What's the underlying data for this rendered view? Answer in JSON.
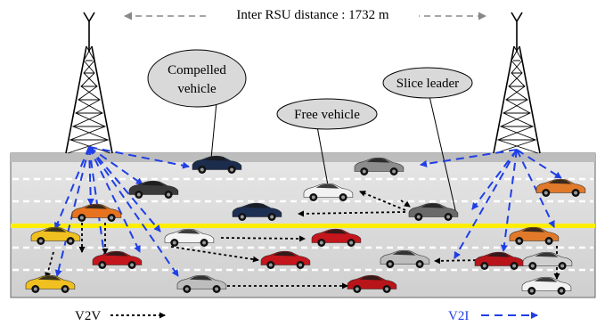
{
  "header": {
    "distance_label": "Inter RSU distance : 1732 m"
  },
  "callouts": {
    "compelled_line1": "Compelled",
    "compelled_line2": "vehicle",
    "free": "Free vehicle",
    "leader": "Slice leader"
  },
  "legend": {
    "v2v": "V2V",
    "v2i": "V2I"
  },
  "colors": {
    "v2i": "#1f3fe6",
    "v2v": "#000000",
    "highlight_lane": "#ffee00",
    "callout_fill": "#d9d9d9",
    "road": "#d8d8d8"
  },
  "icons": {
    "tower": "rsu-tower-icon",
    "car": "car-icon"
  },
  "cars": [
    {
      "color": "#1c2c4c"
    },
    {
      "color": "#8c8c8c"
    },
    {
      "color": "#e07a2a"
    },
    {
      "color": "#3a3a3a"
    },
    {
      "color": "#f2f2f2"
    },
    {
      "color": "#1d2f52"
    },
    {
      "color": "#6a6a6a"
    },
    {
      "color": "#e8731f"
    },
    {
      "color": "#f0c020"
    },
    {
      "color": "#e07a2a"
    },
    {
      "color": "#f4f4f4"
    },
    {
      "color": "#c4161c"
    },
    {
      "color": "#c4161c"
    },
    {
      "color": "#c4161c"
    },
    {
      "color": "#bdbdbd"
    },
    {
      "color": "#b8141a"
    },
    {
      "color": "#cfcfcf"
    },
    {
      "color": "#f0c020"
    },
    {
      "color": "#bdbdbd"
    },
    {
      "color": "#b8141a"
    },
    {
      "color": "#f2f2f2"
    }
  ]
}
